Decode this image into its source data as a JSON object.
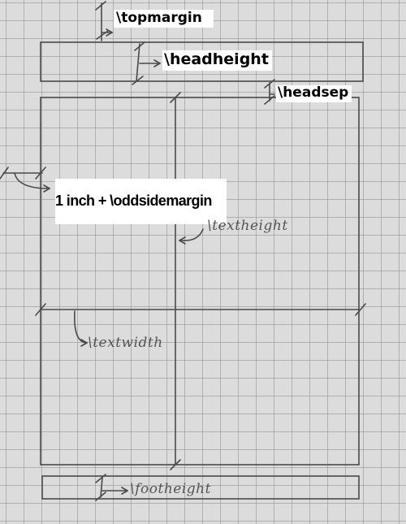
{
  "labels": {
    "topmargin": "\\topmargin",
    "headheight": "\\headheight",
    "headsep": "\\headsep",
    "oddsidemargin": "1 inch + \\oddsidemargin",
    "textheight": "\\textheight",
    "textwidth": "\\textwidth",
    "footheight": "\\footheight"
  },
  "colors": {
    "paper": "#dcdcdc",
    "grid": "#8c8c8c",
    "pencil": "#4a4a4a",
    "label_background": "#ffffff"
  }
}
